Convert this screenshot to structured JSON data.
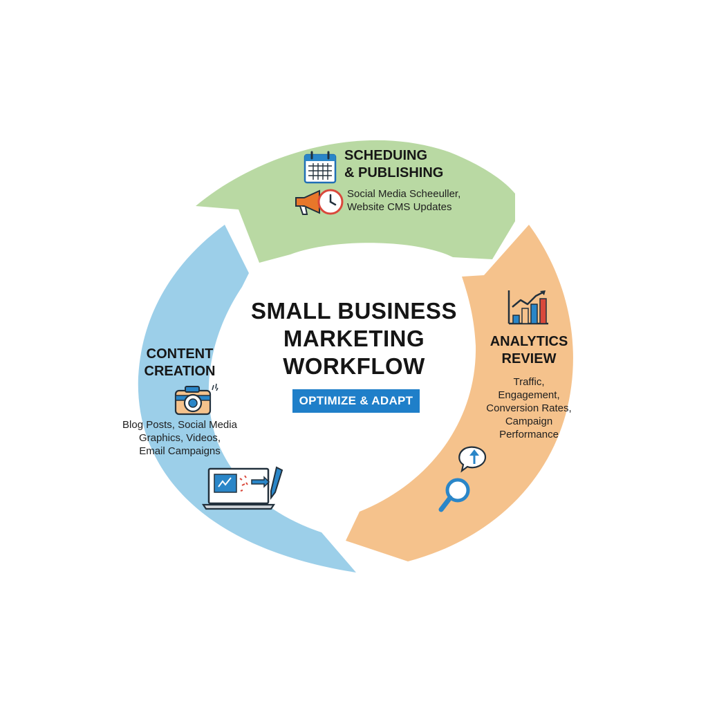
{
  "title": "SMALL BUSINESS\nMARKETING\nWORKFLOW",
  "badge": "OPTIMIZE & ADAPT",
  "stages": [
    {
      "title": "SCHEDUING\n& PUBLISHING",
      "description": "Social Media Scheeuller,\nWebsite CMS Updates",
      "color": "#b9d9a3",
      "icons": [
        "calendar-icon",
        "megaphone-clock-icon"
      ]
    },
    {
      "title": "ANALYTICS\nREVIEW",
      "description": "Traffic,\nEngagement,\nConversion Rates,\nCampaign\nPerformance",
      "color": "#f5c28c",
      "icons": [
        "bar-chart-icon",
        "magnifier-upload-icon"
      ]
    },
    {
      "title": "CONTENT\nCREATION",
      "description": "Blog Posts, Social Media\nGraphics, Videos,\nEmail Campaigns",
      "color": "#9ccfe9",
      "icons": [
        "camera-icon",
        "laptop-pen-icon"
      ]
    }
  ],
  "colors": {
    "badge": "#1f7fc9",
    "icon_blue": "#2a86c8",
    "icon_orange": "#e8772a",
    "icon_red": "#d9483b",
    "outline": "#22303c"
  }
}
